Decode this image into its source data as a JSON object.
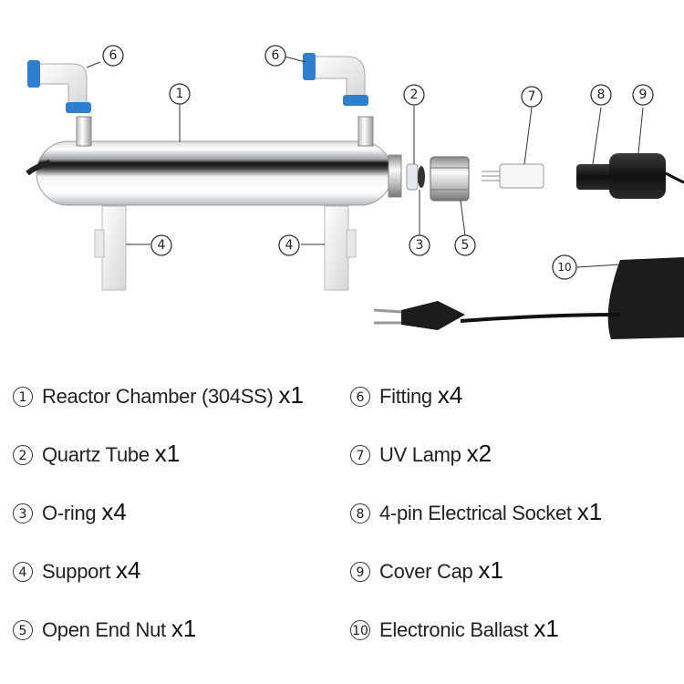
{
  "callouts": {
    "c1": "1",
    "c2": "2",
    "c3": "3",
    "c4a": "4",
    "c4b": "4",
    "c5": "5",
    "c6a": "6",
    "c6b": "6",
    "c7": "7",
    "c8": "8",
    "c9": "9",
    "c10": "10"
  },
  "parts": [
    {
      "num": "1",
      "name": "Reactor Chamber (304SS)",
      "qty": "x1"
    },
    {
      "num": "2",
      "name": "Quartz Tube",
      "qty": "x1"
    },
    {
      "num": "3",
      "name": "O-ring",
      "qty": "x4"
    },
    {
      "num": "4",
      "name": "Support",
      "qty": "x4"
    },
    {
      "num": "5",
      "name": "Open End Nut",
      "qty": "x1"
    },
    {
      "num": "6",
      "name": "Fitting",
      "qty": "x4"
    },
    {
      "num": "7",
      "name": "UV Lamp",
      "qty": "x2"
    },
    {
      "num": "8",
      "name": "4-pin Electrical Socket",
      "qty": "x1"
    },
    {
      "num": "9",
      "name": "Cover Cap",
      "qty": "x1"
    },
    {
      "num": "10",
      "name": "Electronic Ballast",
      "qty": "x1"
    }
  ],
  "colors": {
    "fitting_blue": "#2f7fd0",
    "steel": "#cfd2d6",
    "rubber": "#1e1e1e"
  }
}
